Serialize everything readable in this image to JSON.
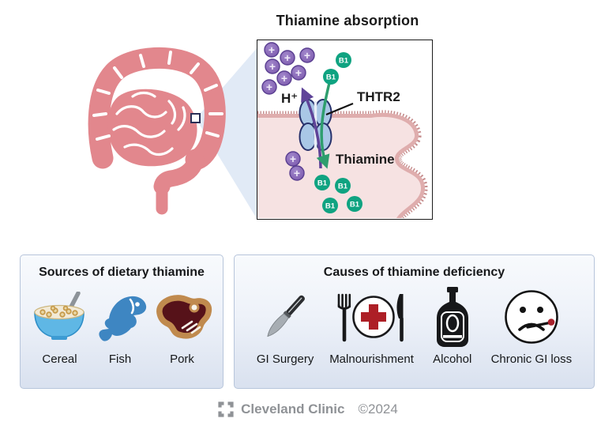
{
  "title": "Thiamine absorption",
  "absorption": {
    "h_label": "H⁺",
    "h_ion_symbol": "+",
    "b1_label": "B1",
    "transporter_label": "THTR2",
    "thiamine_label": "Thiamine",
    "colors": {
      "h_ion_purple": "#7e60ae",
      "b1_teal": "#0fa381",
      "transporter_blue": "#a9c7e6",
      "transporter_outline": "#26306b",
      "membrane_pink": "#dfadad",
      "brush_border_pink": "#c58c8c",
      "cell_pink": "#f6e2e2",
      "intestine_rose": "#e2878d",
      "proton_arrow": "#5f4398",
      "thiamine_arrow": "#2f9e6e"
    }
  },
  "sources": {
    "title": "Sources of dietary thiamine",
    "items": [
      {
        "label": "Cereal",
        "icon": "cereal-bowl-icon"
      },
      {
        "label": "Fish",
        "icon": "fish-icon"
      },
      {
        "label": "Pork",
        "icon": "pork-steak-icon"
      }
    ]
  },
  "causes": {
    "title": "Causes of thiamine deficiency",
    "items": [
      {
        "label": "GI Surgery",
        "icon": "scalpel-icon"
      },
      {
        "label": "Malnourishment",
        "icon": "plate-cross-icon"
      },
      {
        "label": "Alcohol",
        "icon": "alcohol-bottle-icon"
      },
      {
        "label": "Chronic GI loss",
        "icon": "sick-face-icon"
      }
    ]
  },
  "footer": {
    "brand": "Cleveland Clinic",
    "copyright": "©2024"
  }
}
